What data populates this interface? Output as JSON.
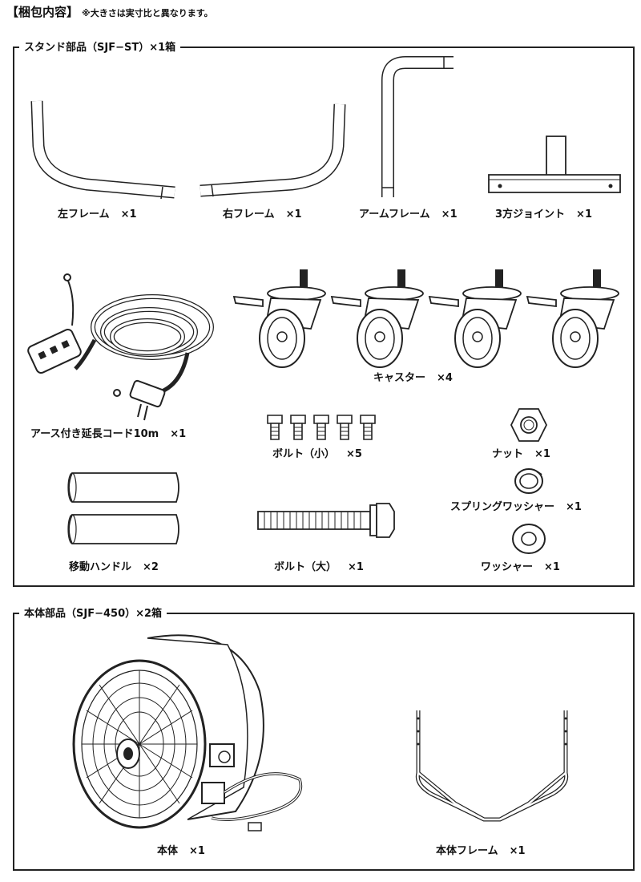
{
  "header": {
    "title": "【梱包内容】",
    "note": "※大きさは実寸比と異なります。"
  },
  "stand_section": {
    "title": "スタンド部品（SJF−ST）×1箱",
    "items": [
      {
        "name": "左フレーム",
        "qty": "×1"
      },
      {
        "name": "右フレーム",
        "qty": "×1"
      },
      {
        "name": "アームフレーム",
        "qty": "×1"
      },
      {
        "name": "3方ジョイント",
        "qty": "×1"
      },
      {
        "name": "アース付き延長コード10m",
        "qty": "×1"
      },
      {
        "name": "キャスター",
        "qty": "×4"
      },
      {
        "name": "ボルト（小）",
        "qty": "×5"
      },
      {
        "name": "ナット",
        "qty": "×1"
      },
      {
        "name": "スプリングワッシャー",
        "qty": "×1"
      },
      {
        "name": "移動ハンドル",
        "qty": "×2"
      },
      {
        "name": "ボルト（大）",
        "qty": "×1"
      },
      {
        "name": "ワッシャー",
        "qty": "×1"
      }
    ]
  },
  "body_section": {
    "title": "本体部品（SJF−450）×2箱",
    "items": [
      {
        "name": "本体",
        "qty": "×1"
      },
      {
        "name": "本体フレーム",
        "qty": "×1"
      }
    ]
  }
}
